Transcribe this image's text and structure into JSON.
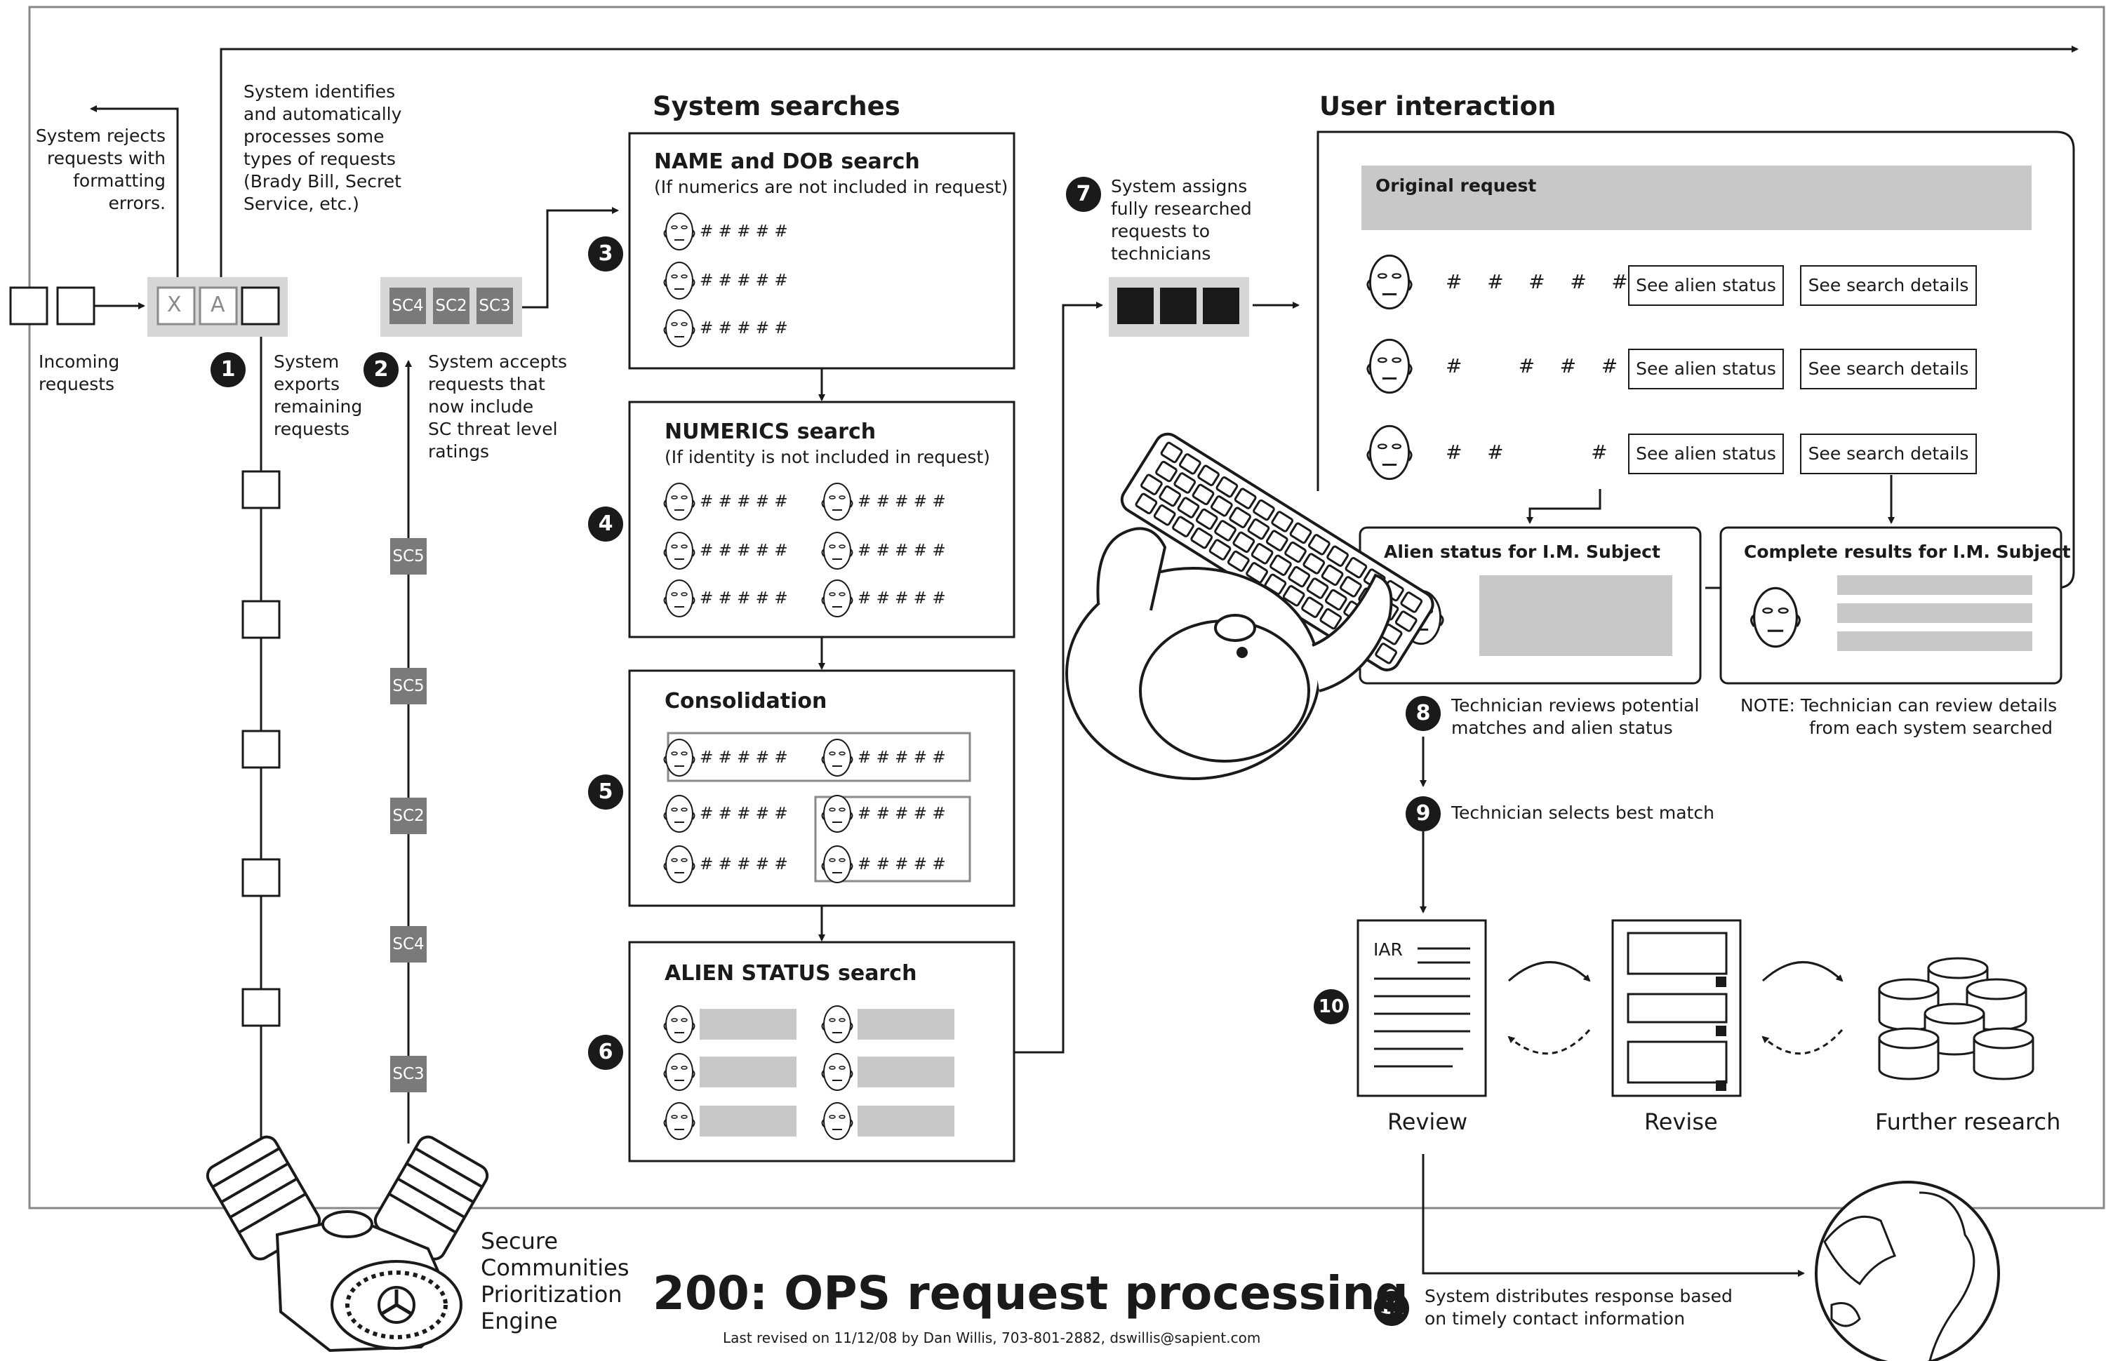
{
  "left": {
    "reject_text": [
      "System rejects",
      "requests with",
      "formatting",
      "errors."
    ],
    "identify_text": [
      "System identifies",
      "and automatically",
      "processes some",
      "types of requests",
      "(Brady Bill, Secret",
      "Service, etc.)"
    ],
    "incoming_text": [
      "Incoming",
      "requests"
    ],
    "box_x": "X",
    "box_a": "A",
    "step1": "1",
    "step1_text": [
      "System",
      "exports",
      "remaining",
      "requests"
    ],
    "step2": "2",
    "step2_text": [
      "System accepts",
      "requests that",
      "now include",
      "SC threat level",
      "ratings"
    ],
    "top_chips": [
      "SC4",
      "SC2",
      "SC3"
    ],
    "up_chips": [
      "SC5",
      "SC5",
      "SC2",
      "SC4",
      "SC3"
    ],
    "engine_text": [
      "Secure",
      "Communities",
      "Prioritization",
      "Engine"
    ]
  },
  "searches": {
    "heading": "System searches",
    "hash5": "# # # # #",
    "name_dob": {
      "step": "3",
      "title": "NAME and DOB search",
      "subtitle": "(If numerics are not included in request)"
    },
    "numerics": {
      "step": "4",
      "title": "NUMERICS search",
      "subtitle": "(If identity is not included in request)"
    },
    "consolidation": {
      "step": "5",
      "title": "Consolidation"
    },
    "alien": {
      "step": "6",
      "title": "ALIEN STATUS search"
    }
  },
  "assign": {
    "step": "7",
    "text": [
      "System assigns",
      "fully researched",
      "requests to",
      "technicians"
    ]
  },
  "user": {
    "heading": "User interaction",
    "original_request": "Original request",
    "rows": [
      {
        "hashes": "#    #    #    #    #"
      },
      {
        "hashes": "#         #    #    #"
      },
      {
        "hashes": "#    #              #"
      }
    ],
    "see_alien": "See alien status",
    "see_details": "See search details",
    "alien_panel_title": "Alien status for I.M. Subject",
    "complete_panel_title": "Complete results for I.M. Subject"
  },
  "steps": {
    "s8": "8",
    "s8_text": [
      "Technician reviews potential",
      "matches and alien status"
    ],
    "note_text": [
      "NOTE:  Technician can review details",
      "from each system searched"
    ],
    "s9": "9",
    "s9_text": "Technician selects best match",
    "s10": "10",
    "iar": "IAR",
    "review": "Review",
    "revise": "Revise",
    "further": "Further research",
    "s11": "11",
    "s11_text": [
      "System distributes response based",
      "on timely contact information"
    ]
  },
  "footer": {
    "title": "200: OPS request processing",
    "revised": "Last revised on 11/12/08 by Dan Willis, 703-801-2882, dswillis@sapient.com"
  },
  "colors": {
    "ink": "#1a1a1a",
    "gray": "#cfcfcf",
    "chip": "#7a7a7a",
    "panel_gray": "#c8c8c8"
  }
}
